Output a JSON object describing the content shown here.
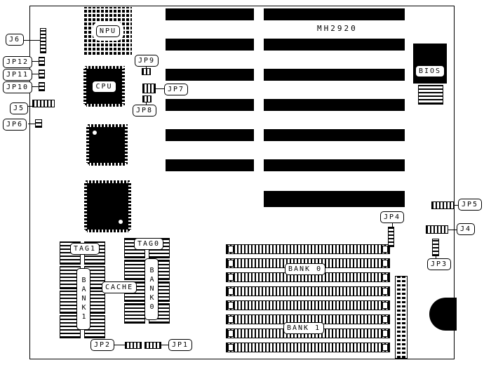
{
  "colors": {
    "ink": "#000000",
    "background": "#ffffff"
  },
  "board": {
    "model": "MH2920"
  },
  "chips": {
    "npu": "NPU",
    "cpu": "CPU",
    "bios": "BIOS"
  },
  "cache": {
    "tag1": "TAG1",
    "tag0": "TAG0",
    "label": "CACHE",
    "bank1": "BANK1",
    "bank0": "BANK0"
  },
  "memory": {
    "bank0": "BANK 0",
    "bank1": "BANK 1"
  },
  "connectors": {
    "j6": "J6",
    "jp12": "JP12",
    "jp11": "JP11",
    "jp10": "JP10",
    "j5": "J5",
    "jp6": "JP6",
    "jp9": "JP9",
    "jp7": "JP7",
    "jp8": "JP8",
    "jp4": "JP4",
    "jp5": "JP5",
    "j4": "J4",
    "jp3": "JP3",
    "jp2": "JP2",
    "jp1": "JP1"
  }
}
